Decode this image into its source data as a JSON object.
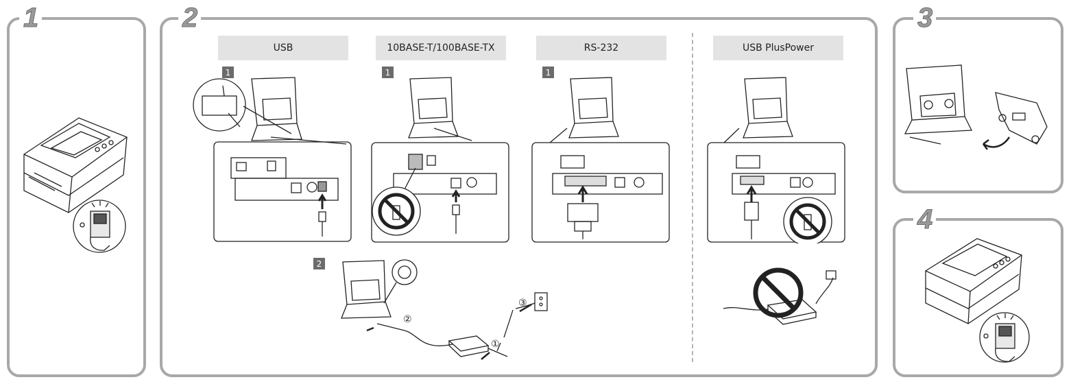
{
  "steps": [
    {
      "number": "1"
    },
    {
      "number": "2"
    },
    {
      "number": "3"
    },
    {
      "number": "4"
    }
  ],
  "interfaces": {
    "usb": "USB",
    "ethernet": "10BASE-T/100BASE-TX",
    "serial": "RS-232",
    "plus_power": "USB PlusPower"
  },
  "substeps": {
    "usb": "1",
    "ethernet": "1",
    "serial": "1",
    "power": "2"
  },
  "power_sequence": [
    "①",
    "②",
    "③"
  ],
  "icons": [
    "printer-icon",
    "power-switch-icon",
    "prohibited-icon",
    "ac-adapter-icon",
    "wall-outlet-icon",
    "connector-cover-icon",
    "arrow-icon"
  ],
  "colors": {
    "frame": "#a8a8a8",
    "header_bg": "#e3e3e3",
    "badge": "#6b6b6b",
    "line": "#222222"
  }
}
